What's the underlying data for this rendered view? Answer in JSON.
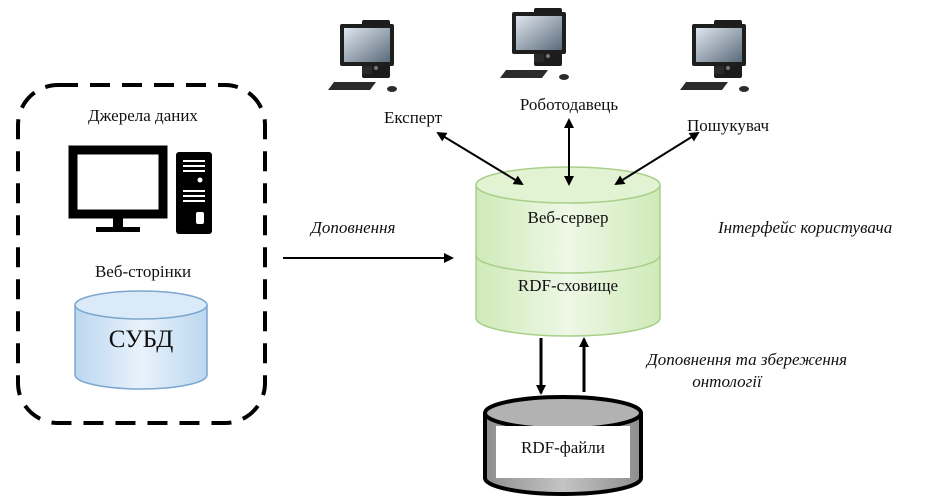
{
  "data_sources": {
    "title": "Джерела даних",
    "web_pages_label": "Веб-сторінки",
    "dbms_label": "СУБД"
  },
  "users": {
    "expert": "Експерт",
    "employer": "Роботодавець",
    "job_seeker": "Пошукувач"
  },
  "server": {
    "web_server": "Веб-сервер",
    "rdf_storage": "RDF-сховище"
  },
  "storage": {
    "rdf_files": "RDF-файли"
  },
  "annotations": {
    "supplement": "Доповнення",
    "user_interface": "Інтерфейс користувача",
    "ontology_line1": "Доповнення та збереження",
    "ontology_line2": "онтології"
  },
  "colors": {
    "green_cylinder": "#d8efc4",
    "blue_cylinder": "#cfe3f6",
    "grey_cylinder": "#a6a6a6"
  }
}
